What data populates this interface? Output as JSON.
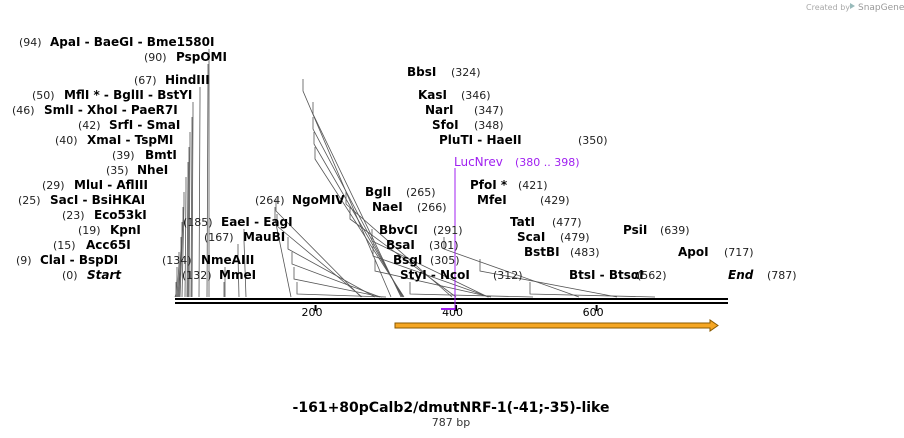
{
  "credit": {
    "prefix": "Created by",
    "brand": "SnapGene"
  },
  "title": "-161+80pCalb2/dmutNRF-1(-41;-35)-like",
  "subtitle": "787 bp",
  "scale_ticks": [
    "200",
    "400",
    "600"
  ],
  "colors": {
    "primer": "#a020f0",
    "feature_fill": "#f5a623",
    "feature_edge": "#8a5a00",
    "backbone": "#000000",
    "leader": "#555555"
  },
  "labels": [
    {
      "id": "claI",
      "pos": "(9)",
      "names": [
        "ClaI",
        "BspDI"
      ]
    },
    {
      "id": "start",
      "pos": "(0)",
      "names": [
        "Start"
      ],
      "italic": true
    },
    {
      "id": "acc65I",
      "pos": "(15)",
      "names": [
        "Acc65I"
      ]
    },
    {
      "id": "kpnI",
      "pos": "(19)",
      "names": [
        "KpnI"
      ]
    },
    {
      "id": "eco53kI",
      "pos": "(23)",
      "names": [
        "Eco53kI"
      ]
    },
    {
      "id": "sacI",
      "pos": "(25)",
      "names": [
        "SacI",
        "BsiHKAI"
      ]
    },
    {
      "id": "mluI",
      "pos": "(29)",
      "names": [
        "MluI",
        "AflIII"
      ]
    },
    {
      "id": "nheI",
      "pos": "(35)",
      "names": [
        "NheI"
      ]
    },
    {
      "id": "bmtI",
      "pos": "(39)",
      "names": [
        "BmtI"
      ]
    },
    {
      "id": "xmaI",
      "pos": "(40)",
      "names": [
        "XmaI",
        "TspMI"
      ]
    },
    {
      "id": "srfI",
      "pos": "(42)",
      "names": [
        "SrfI",
        "SmaI"
      ]
    },
    {
      "id": "smlI",
      "pos": "(46)",
      "names": [
        "SmlI",
        "XhoI",
        "PaeR7I"
      ]
    },
    {
      "id": "mflI",
      "pos": "(50)",
      "names": [
        "MflI *",
        "BglII",
        "BstYI"
      ]
    },
    {
      "id": "hindIII",
      "pos": "(67)",
      "names": [
        "HindIII"
      ]
    },
    {
      "id": "pspOMI",
      "pos": "(90)",
      "names": [
        "PspOMI"
      ]
    },
    {
      "id": "apaI",
      "pos": "(94)",
      "names": [
        "ApaI",
        "BaeGI",
        "Bme1580I"
      ]
    },
    {
      "id": "mmeI",
      "pos": "(132)",
      "names": [
        "MmeI"
      ]
    },
    {
      "id": "nmeAIII",
      "pos": "(134)",
      "names": [
        "NmeAIII"
      ]
    },
    {
      "id": "mauBI",
      "pos": "(167)",
      "names": [
        "MauBI"
      ]
    },
    {
      "id": "eaeI",
      "pos": "(185)",
      "names": [
        "EaeI",
        "EagI"
      ]
    },
    {
      "id": "ngoMIV",
      "pos": "(264)",
      "names": [
        "NgoMIV"
      ]
    },
    {
      "id": "bglI",
      "pos": "(265)",
      "names": [
        "BglI"
      ]
    },
    {
      "id": "naeI",
      "pos": "(266)",
      "names": [
        "NaeI"
      ]
    },
    {
      "id": "bbvCI",
      "pos": "(291)",
      "names": [
        "BbvCI"
      ]
    },
    {
      "id": "bsaI",
      "pos": "(301)",
      "names": [
        "BsaI"
      ]
    },
    {
      "id": "bsgI",
      "pos": "(305)",
      "names": [
        "BsgI"
      ]
    },
    {
      "id": "styI",
      "pos": "(312)",
      "names": [
        "StyI",
        "NcoI"
      ]
    },
    {
      "id": "bbsI",
      "pos": "(324)",
      "names": [
        "BbsI"
      ]
    },
    {
      "id": "kasI",
      "pos": "(346)",
      "names": [
        "KasI"
      ]
    },
    {
      "id": "narI",
      "pos": "(347)",
      "names": [
        "NarI"
      ]
    },
    {
      "id": "sfoI",
      "pos": "(348)",
      "names": [
        "SfoI"
      ]
    },
    {
      "id": "pluTI",
      "pos": "(350)",
      "names": [
        "PluTI",
        "HaeII"
      ]
    },
    {
      "id": "pfoI",
      "pos": "(421)",
      "names": [
        "PfoI *"
      ]
    },
    {
      "id": "mfeI",
      "pos": "(429)",
      "names": [
        "MfeI"
      ]
    },
    {
      "id": "tatI",
      "pos": "(477)",
      "names": [
        "TatI"
      ]
    },
    {
      "id": "scaI",
      "pos": "(479)",
      "names": [
        "ScaI"
      ]
    },
    {
      "id": "bstBI",
      "pos": "(483)",
      "names": [
        "BstBI"
      ]
    },
    {
      "id": "btsI",
      "pos": "(562)",
      "names": [
        "BtsI",
        "BtsαI"
      ]
    },
    {
      "id": "psiI",
      "pos": "(639)",
      "names": [
        "PsiI"
      ]
    },
    {
      "id": "apoI",
      "pos": "(717)",
      "names": [
        "ApoI"
      ]
    },
    {
      "id": "end",
      "pos": "(787)",
      "names": [
        "End"
      ],
      "italic": true
    }
  ],
  "primer": {
    "name": "LucNrev",
    "range": "(380 .. 398)"
  }
}
